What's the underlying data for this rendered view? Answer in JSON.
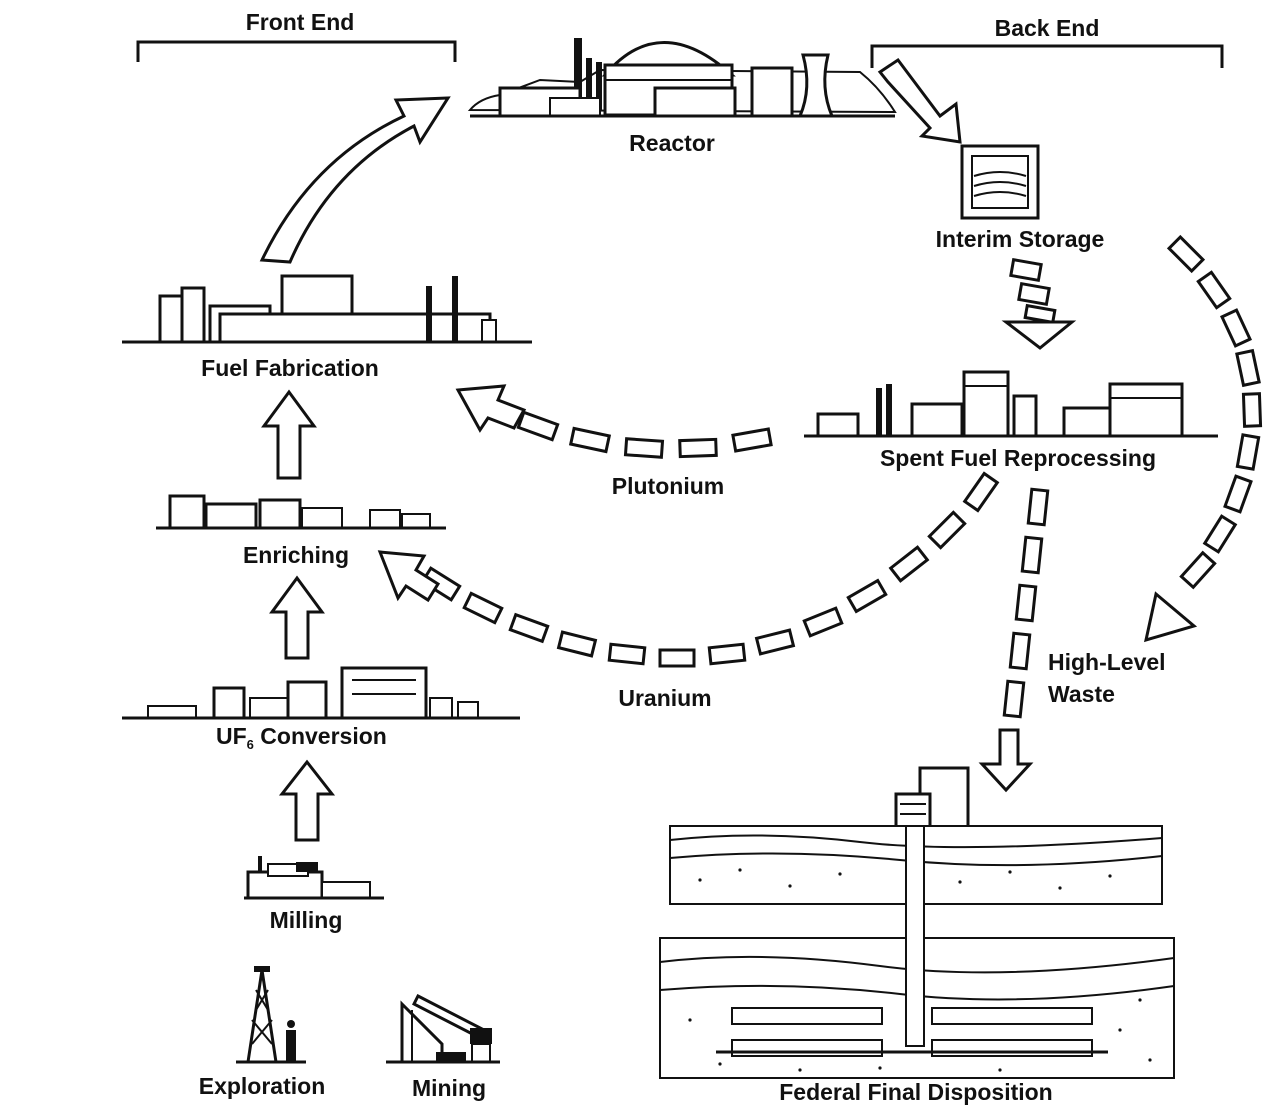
{
  "brackets": {
    "front_end": "Front End",
    "back_end": "Back End"
  },
  "stages": {
    "reactor": "Reactor",
    "interim_storage": "Interim Storage",
    "fuel_fabrication": "Fuel Fabrication",
    "spent_fuel_reprocessing": "Spent Fuel Reprocessing",
    "enriching": "Enriching",
    "uf6_conversion_prefix": "UF",
    "uf6_conversion_sub": "6",
    "uf6_conversion_suffix": " Conversion",
    "milling": "Milling",
    "exploration": "Exploration",
    "mining": "Mining",
    "federal_final_disposition": "Federal Final Disposition"
  },
  "flows": {
    "plutonium": "Plutonium",
    "uranium": "Uranium",
    "high_level_waste_line1": "High-Level",
    "high_level_waste_line2": "Waste"
  }
}
